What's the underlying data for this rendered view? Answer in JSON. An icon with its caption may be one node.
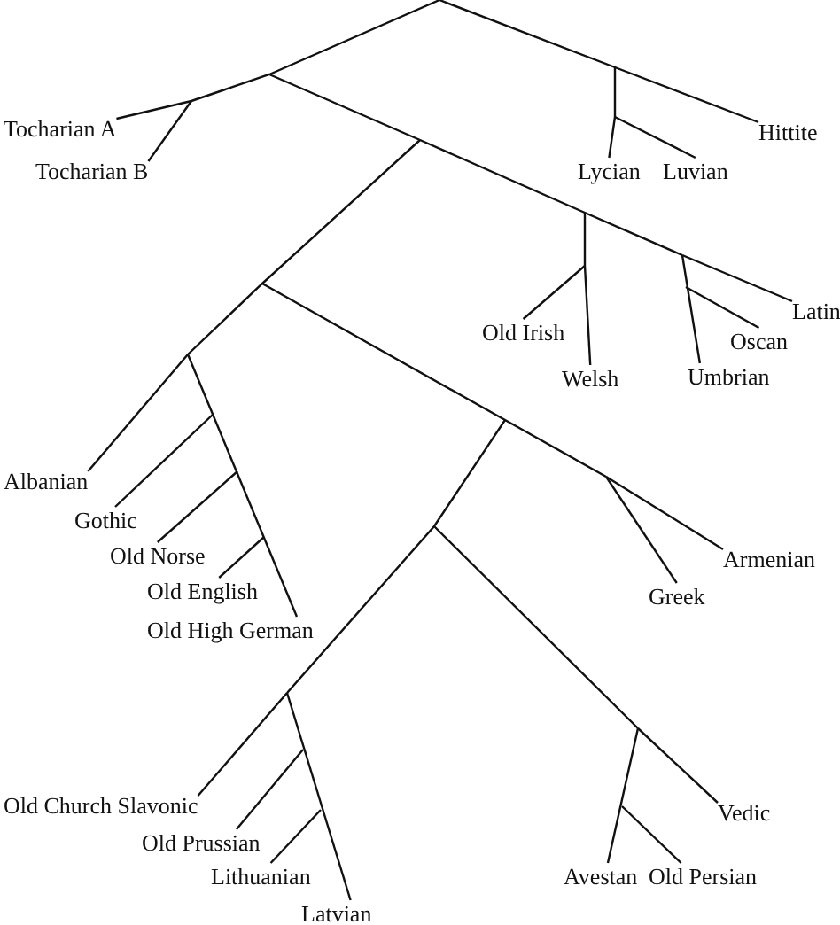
{
  "diagram": {
    "nodes": [
      {
        "text": [
          "Tocharian A"
        ]
      },
      {
        "text": [
          "Tocharian B"
        ]
      },
      {
        "text": [
          "Lycian"
        ]
      },
      {
        "text": [
          "Luvian"
        ]
      },
      {
        "text": [
          "Hittite"
        ]
      },
      {
        "text": [
          "Old Irish"
        ]
      },
      {
        "text": [
          "Welsh"
        ]
      },
      {
        "text": [
          "Latin"
        ]
      },
      {
        "text": [
          "Oscan"
        ]
      },
      {
        "text": [
          "Umbrian"
        ]
      },
      {
        "text": [
          "Albanian"
        ]
      },
      {
        "text": [
          "Gothic"
        ]
      },
      {
        "text": [
          "Old Norse"
        ]
      },
      {
        "text": [
          "Old English"
        ]
      },
      {
        "text": [
          "Old High German"
        ]
      },
      {
        "text": [
          "Armenian"
        ]
      },
      {
        "text": [
          "Greek"
        ]
      },
      {
        "text": [
          "Old Church Slavonic"
        ]
      },
      {
        "text": [
          "Old Prussian"
        ]
      },
      {
        "text": [
          "Lithuanian"
        ]
      },
      {
        "text": [
          "Latvian"
        ]
      },
      {
        "text": [
          "Vedic"
        ]
      },
      {
        "text": [
          "Avestan"
        ]
      },
      {
        "text": [
          "Old Persian"
        ]
      }
    ],
    "edges": [
      {
        "from": null,
        "to": 0,
        "arrow": "none"
      },
      {
        "from": null,
        "to": 1,
        "arrow": "none"
      },
      {
        "from": null,
        "to": 2,
        "arrow": "none"
      },
      {
        "from": null,
        "to": 3,
        "arrow": "none"
      },
      {
        "from": null,
        "to": 4,
        "arrow": "none"
      },
      {
        "from": null,
        "to": 5,
        "arrow": "none"
      },
      {
        "from": null,
        "to": 6,
        "arrow": "none"
      },
      {
        "from": null,
        "to": 7,
        "arrow": "none"
      },
      {
        "from": null,
        "to": 8,
        "arrow": "none"
      },
      {
        "from": null,
        "to": 9,
        "arrow": "none"
      },
      {
        "from": null,
        "to": 10,
        "arrow": "none"
      },
      {
        "from": null,
        "to": 11,
        "arrow": "none"
      },
      {
        "from": null,
        "to": 12,
        "arrow": "none"
      },
      {
        "from": null,
        "to": 13,
        "arrow": "none"
      },
      {
        "from": null,
        "to": 14,
        "arrow": "none"
      },
      {
        "from": null,
        "to": 15,
        "arrow": "none"
      },
      {
        "from": null,
        "to": 16,
        "arrow": "none"
      },
      {
        "from": null,
        "to": 17,
        "arrow": "none"
      },
      {
        "from": null,
        "to": 18,
        "arrow": "none"
      },
      {
        "from": null,
        "to": 19,
        "arrow": "none"
      },
      {
        "from": null,
        "to": 20,
        "arrow": "none"
      },
      {
        "from": null,
        "to": 21,
        "arrow": "none"
      },
      {
        "from": null,
        "to": 22,
        "arrow": "none"
      },
      {
        "from": null,
        "to": 23,
        "arrow": "none"
      }
    ]
  }
}
